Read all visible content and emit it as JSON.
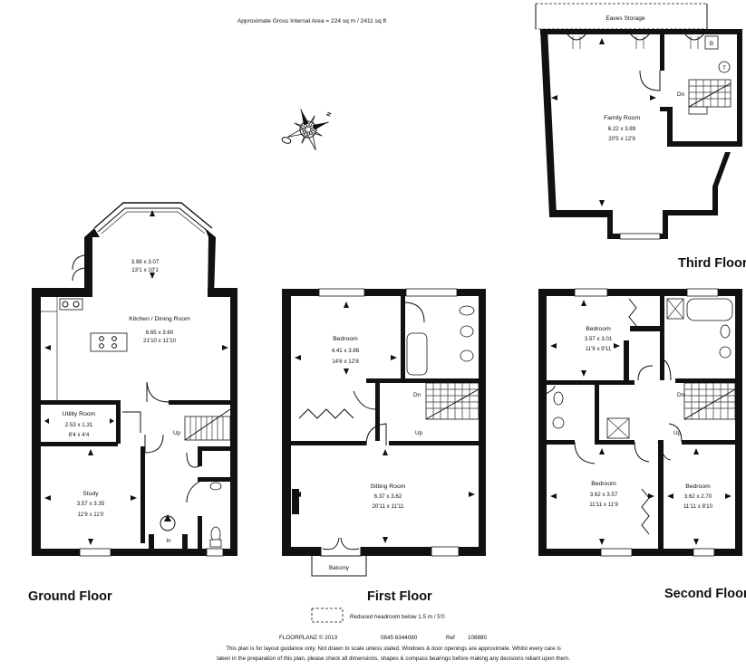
{
  "header": {
    "gross_area": "Approximate Gross Internal Area = 224 sq m / 2411 sq ft"
  },
  "compass": {
    "north_label": "N"
  },
  "floors": {
    "ground": {
      "label": "Ground Floor",
      "rooms": {
        "kitchen_bay_dims_metric": "3.98 x 3.07",
        "kitchen_bay_dims_imperial": "13'1 x 10'1",
        "kitchen_name": "Kitchen / Dining Room",
        "kitchen_dims_metric": "6.65 x 3.60",
        "kitchen_dims_imperial": "21'10 x 11'10",
        "utility_name": "Utility Room",
        "utility_dims_metric": "2.53 x 1.31",
        "utility_dims_imperial": "8'4 x 4'4",
        "study_name": "Study",
        "study_dims_metric": "3.57 x 3.35",
        "study_dims_imperial": "11'9 x 11'0"
      },
      "stair_up": "Up",
      "entrance": "In"
    },
    "first": {
      "label": "First Floor",
      "rooms": {
        "bedroom_name": "Bedroom",
        "bedroom_dims_metric": "4.41 x 3.86",
        "bedroom_dims_imperial": "14'6 x 12'8",
        "sitting_name": "Sitting Room",
        "sitting_dims_metric": "6.37 x 3.62",
        "sitting_dims_imperial": "20'11 x 11'11",
        "balcony_name": "Balcony"
      },
      "stair_up": "Up",
      "stair_down": "Dn"
    },
    "second": {
      "label": "Second Floor",
      "rooms": {
        "bedroom1_name": "Bedroom",
        "bedroom1_dims_metric": "3.57 x 3.01",
        "bedroom1_dims_imperial": "11'9 x 9'11",
        "bedroom2_name": "Bedroom",
        "bedroom2_dims_metric": "3.62 x 3.57",
        "bedroom2_dims_imperial": "11'11 x 11'9",
        "bedroom3_name": "Bedroom",
        "bedroom3_dims_metric": "3.62 x 2.70",
        "bedroom3_dims_imperial": "11'11 x 8'10"
      },
      "stair_up": "Up",
      "stair_down": "Dn"
    },
    "third": {
      "label": "Third Floor",
      "rooms": {
        "eaves_name": "Eaves Storage",
        "family_name": "Family Room",
        "family_dims_metric": "6.22 x 3.89",
        "family_dims_imperial": "20'5 x 12'9"
      },
      "stair_down": "Dn",
      "cupboard_b": "B",
      "cupboard_t": "T"
    }
  },
  "legend": {
    "reduced_headroom": "Reduced headroom below 1.5 m / 5'0"
  },
  "footer": {
    "brand": "FLOORPLANZ © 2013",
    "phone": "0845 6344080",
    "ref_label": "Ref",
    "ref_number": "108880",
    "disclaimer_line1": "This plan is for layout guidance only. Not drawn to scale unless stated. Windows & door openings are approximate. Whilst every care is",
    "disclaimer_line2": "taken in the preparation of this plan, please check all dimensions, shapes & compass bearings before making any decisions reliant upon them."
  },
  "colors": {
    "wall": "#111111",
    "background": "#ffffff"
  }
}
